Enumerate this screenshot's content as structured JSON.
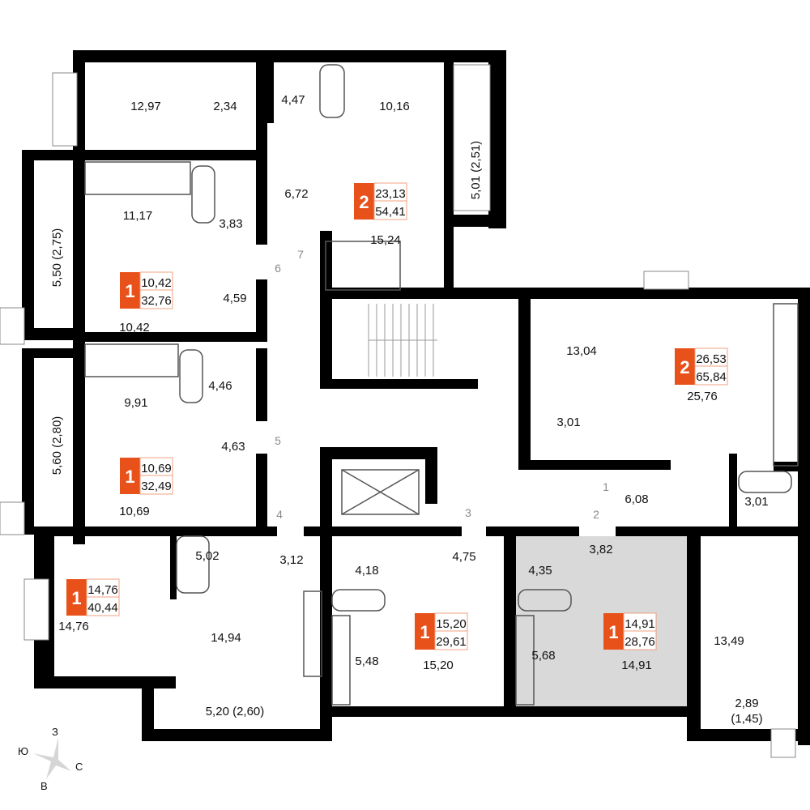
{
  "colors": {
    "badge": "#e8511a",
    "highlight": "#d9d9d9",
    "wall": "#000000"
  },
  "apartments": [
    {
      "rooms": "2",
      "living": "23,13",
      "total": "54,41"
    },
    {
      "rooms": "1",
      "living": "10,42",
      "total": "32,76"
    },
    {
      "rooms": "1",
      "living": "10,69",
      "total": "32,49"
    },
    {
      "rooms": "1",
      "living": "14,76",
      "total": "40,44"
    },
    {
      "rooms": "1",
      "living": "15,20",
      "total": "29,61"
    },
    {
      "rooms": "1",
      "living": "14,91",
      "total": "28,76"
    },
    {
      "rooms": "2",
      "living": "26,53",
      "total": "65,84"
    }
  ],
  "rooms": [
    "12,97",
    "2,34",
    "4,47",
    "10,16",
    "6,72",
    "11,17",
    "3,83",
    "15,24",
    "4,59",
    "10,42",
    "9,91",
    "4,46",
    "4,63",
    "10,69",
    "13,04",
    "25,76",
    "3,01",
    "6,08",
    "3,01",
    "3,12",
    "5,02",
    "14,76",
    "14,94",
    "4,18",
    "4,75",
    "5,48",
    "15,20",
    "4,35",
    "3,82",
    "5,68",
    "14,91",
    "13,49",
    "5,20 (2,60)",
    "2,89",
    "(1,45)"
  ],
  "balconies_vertical": [
    "5,01 (2,51)",
    "5,50 (2,75)",
    "5,60 (2,80)"
  ],
  "doors": [
    "7",
    "6",
    "5",
    "4",
    "3",
    "2",
    "1"
  ],
  "compass": {
    "north": "З",
    "west": "Ю",
    "east": "С",
    "south": "В"
  }
}
